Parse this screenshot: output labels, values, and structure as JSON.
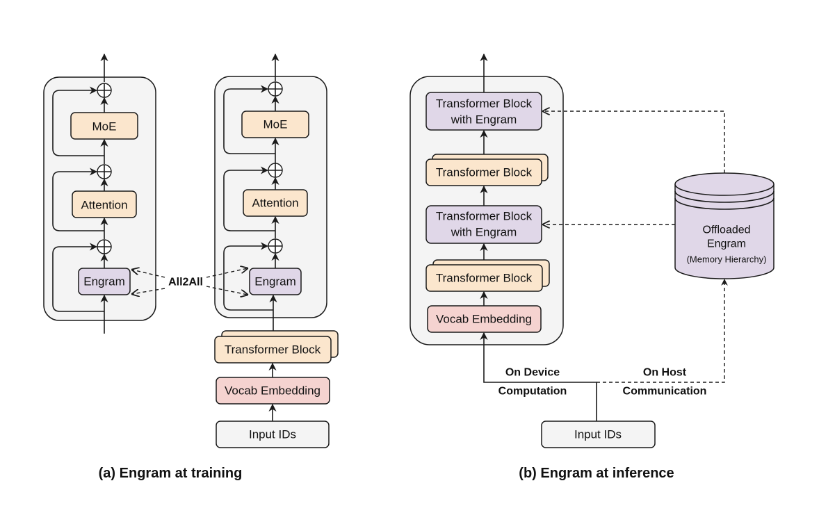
{
  "training": {
    "left_stack": {
      "moe": "MoE",
      "attention": "Attention",
      "engram": "Engram"
    },
    "right_stack": {
      "moe": "MoE",
      "attention": "Attention",
      "engram": "Engram",
      "transformer_block": "Transformer Block",
      "vocab_embedding": "Vocab Embedding",
      "input_ids": "Input IDs"
    },
    "all2all_label": "All2All",
    "caption": "(a) Engram at training"
  },
  "inference": {
    "blocks": {
      "tb_engram_top_line1": "Transformer Block",
      "tb_engram_top_line2": "with Engram",
      "tb_top": "Transformer Block",
      "tb_engram_mid_line1": "Transformer Block",
      "tb_engram_mid_line2": "with Engram",
      "tb_bottom": "Transformer Block",
      "vocab_embedding": "Vocab Embedding"
    },
    "storage": {
      "line1": "Offloaded",
      "line2": "Engram",
      "line3": "(Memory Hierarchy)"
    },
    "on_device_line1": "On Device",
    "on_device_line2": "Computation",
    "on_host_line1": "On Host",
    "on_host_line2": "Communication",
    "input_ids": "Input IDs",
    "caption": "(b) Engram at inference"
  },
  "colors": {
    "moe_attention_transformer": "#fbe6cd",
    "engram": "#e0d7e8",
    "vocab_embedding": "#f5d3d0",
    "container": "#f4f4f4"
  }
}
